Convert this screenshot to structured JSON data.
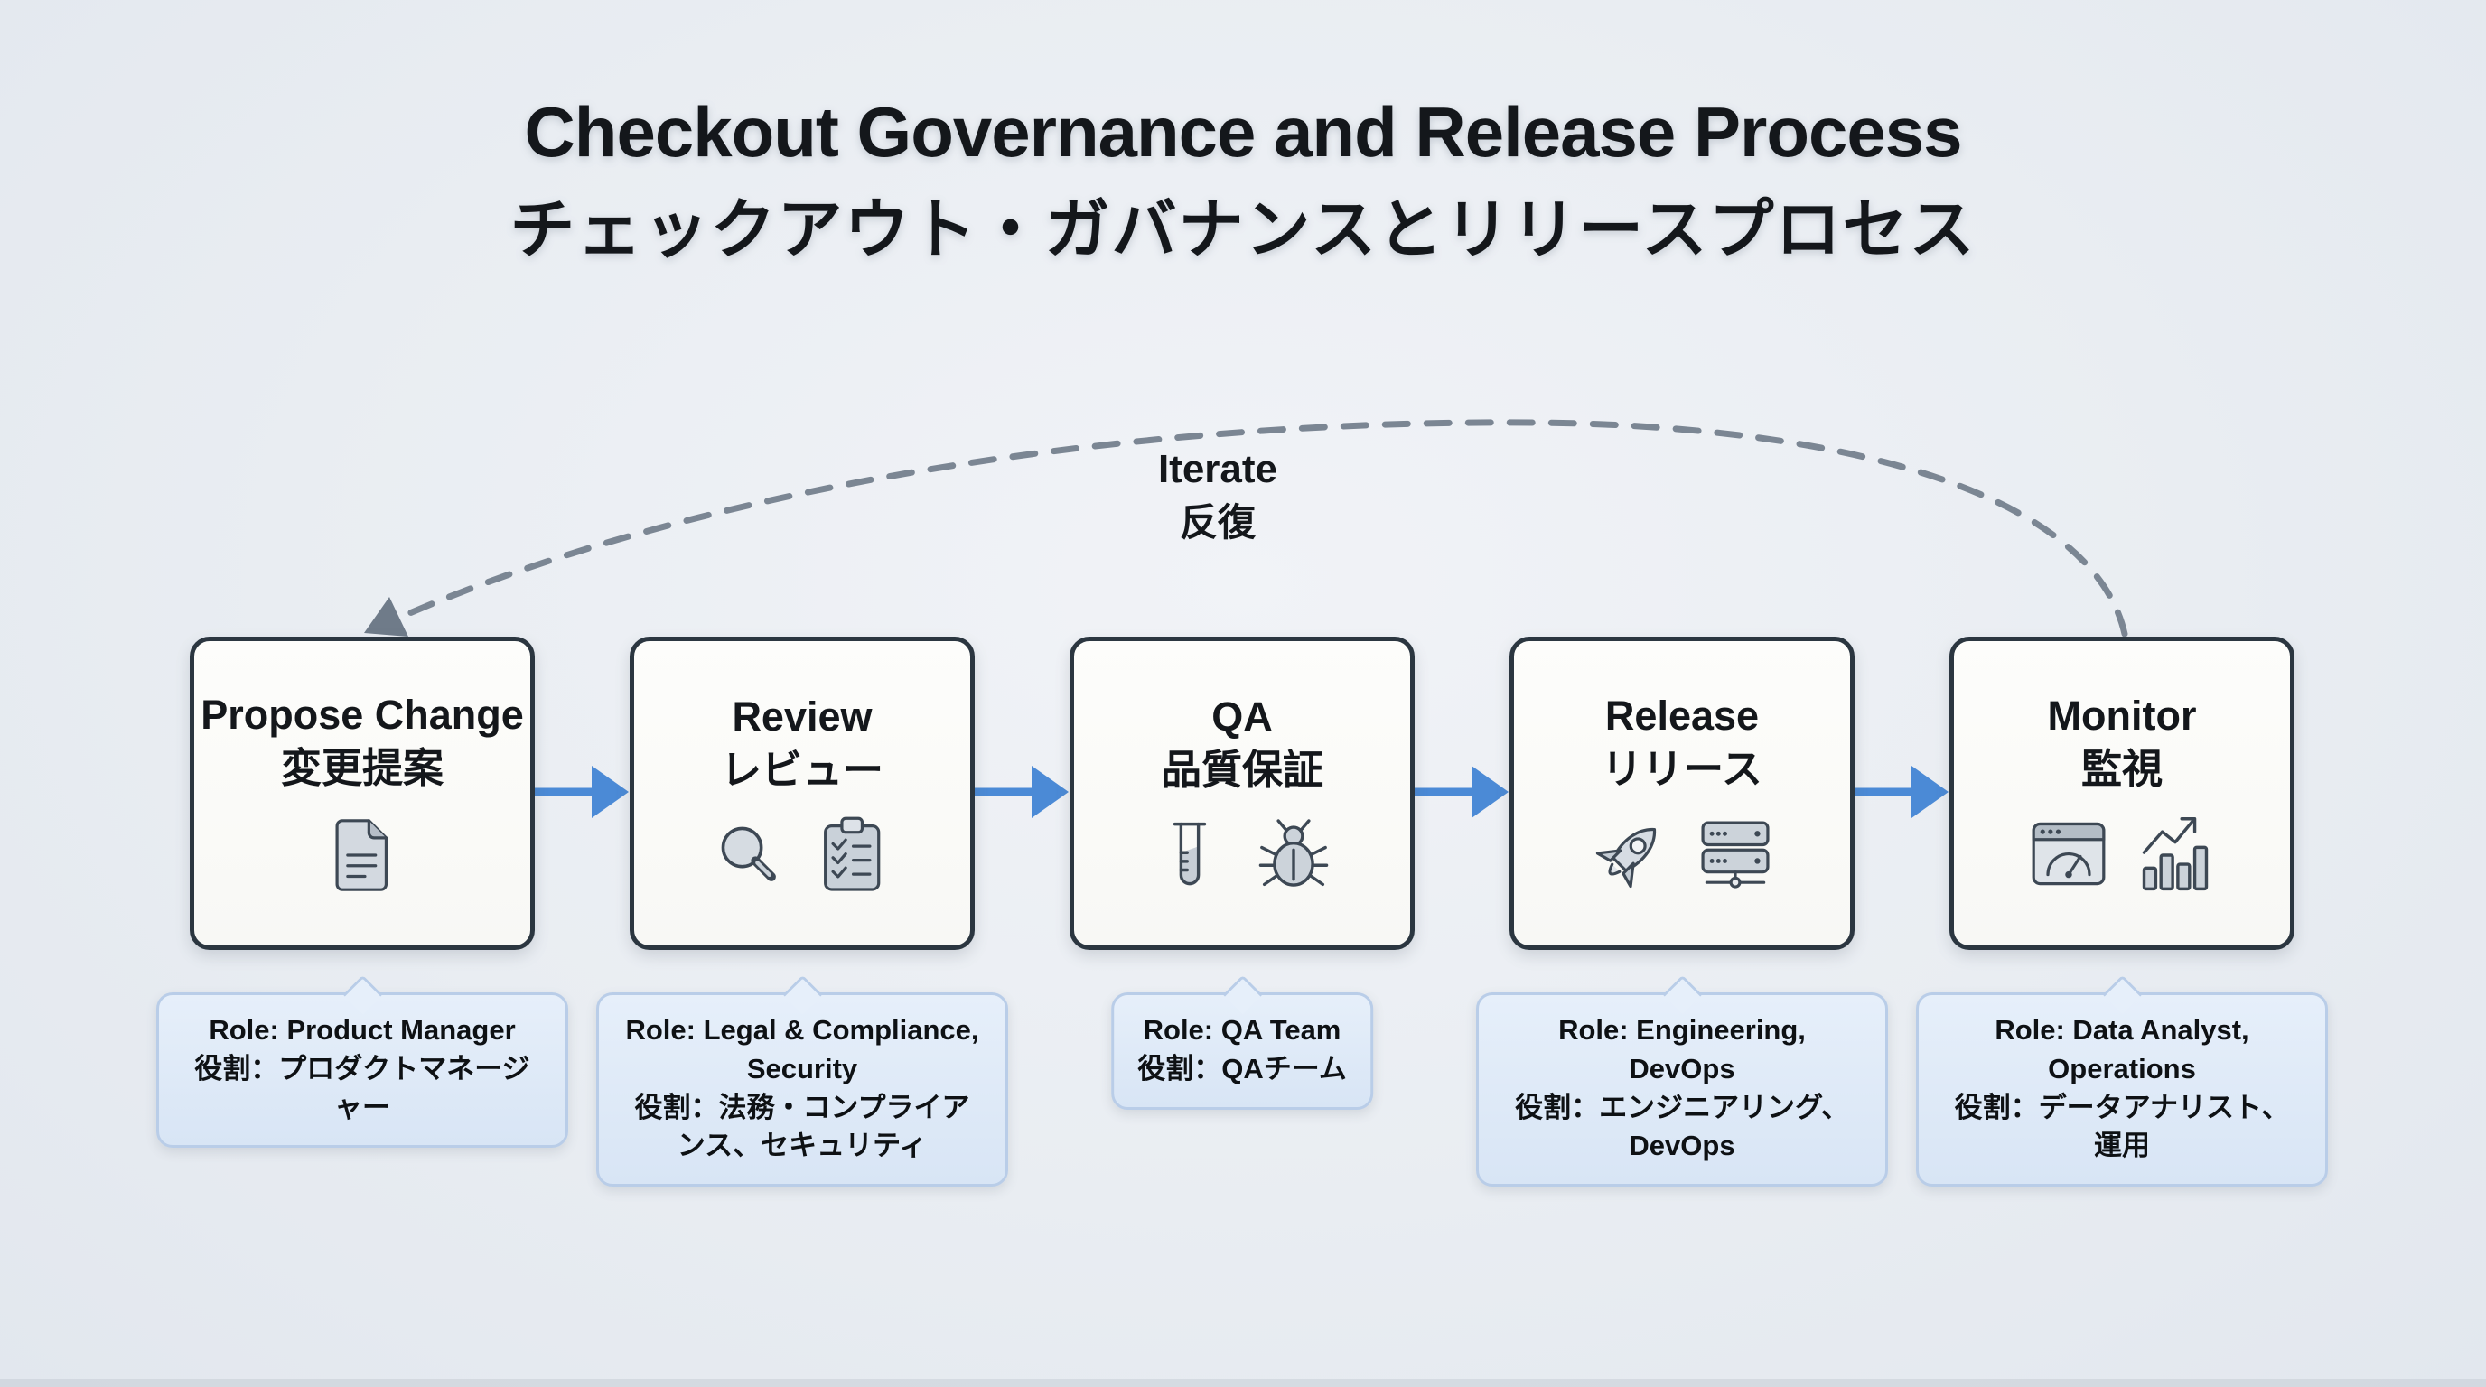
{
  "title": {
    "en": "Checkout Governance and Release Process",
    "ja": "チェックアウト・ガバナンスとリリースプロセス"
  },
  "iterate": {
    "en": "Iterate",
    "ja": "反復"
  },
  "stages": [
    {
      "id": "propose-change",
      "title_en": "Propose Change",
      "title_ja": "変更提案",
      "icons": [
        "document-icon"
      ],
      "role_en": "Role: Product Manager",
      "role_ja": "役割：プロダクトマネージャー"
    },
    {
      "id": "review",
      "title_en": "Review",
      "title_ja": "レビュー",
      "icons": [
        "magnifier-icon",
        "clipboard-checklist-icon"
      ],
      "role_en": "Role: Legal & Compliance, Security",
      "role_ja": "役割：法務・コンプライアンス、セキュリティ"
    },
    {
      "id": "qa",
      "title_en": "QA",
      "title_ja": "品質保証",
      "icons": [
        "test-tube-icon",
        "bug-icon"
      ],
      "role_en": "Role: QA Team",
      "role_ja": "役割：QAチーム"
    },
    {
      "id": "release",
      "title_en": "Release",
      "title_ja": "リリース",
      "icons": [
        "rocket-icon",
        "server-icon"
      ],
      "role_en": "Role: Engineering, DevOps",
      "role_ja": "役割：エンジニアリング、DevOps"
    },
    {
      "id": "monitor",
      "title_en": "Monitor",
      "title_ja": "監視",
      "icons": [
        "dashboard-gauge-icon",
        "bar-chart-trend-icon"
      ],
      "role_en": "Role: Data Analyst, Operations",
      "role_ja": "役割：データアナリスト、運用"
    }
  ],
  "colors": {
    "background": "#e9edf2",
    "box_fill": "#fbfbf8",
    "box_border": "#2b3640",
    "flow_arrow_blue": "#4b8ad6",
    "dashed_feedback_gray": "#7b8693",
    "bubble_fill": "#dfeaf8",
    "bubble_border": "#b9cde8",
    "icon_stroke": "#3d4854",
    "icon_fill": "#ccd3da"
  }
}
